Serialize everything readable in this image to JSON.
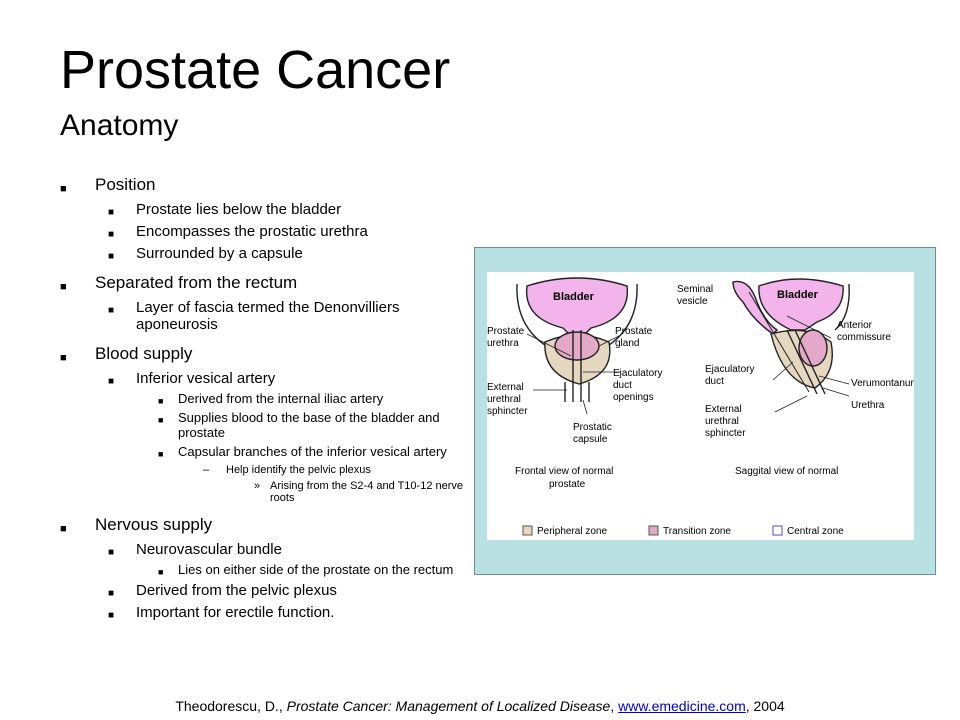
{
  "slide": {
    "title": "Prostate Cancer",
    "subtitle": "Anatomy"
  },
  "bullets": [
    {
      "level": 1,
      "text": "Position"
    },
    {
      "level": 2,
      "text": "Prostate lies below the bladder"
    },
    {
      "level": 2,
      "text": "Encompasses the prostatic urethra"
    },
    {
      "level": 2,
      "text": "Surrounded by a capsule"
    },
    {
      "level": 1,
      "text": "Separated from the rectum"
    },
    {
      "level": 2,
      "text": "Layer of fascia termed the Denonvilliers aponeurosis"
    },
    {
      "level": 1,
      "text": "Blood supply"
    },
    {
      "level": 2,
      "text": "Inferior vesical artery"
    },
    {
      "level": 3,
      "text": "Derived from the internal iliac artery"
    },
    {
      "level": 3,
      "text": "Supplies blood to the base of the bladder and prostate"
    },
    {
      "level": 3,
      "text": "Capsular branches of the inferior vesical artery"
    },
    {
      "level": 4,
      "text": "Help identify the pelvic plexus"
    },
    {
      "level": 5,
      "text": "Arising from the S2-4 and T10-12 nerve roots"
    },
    {
      "level": 1,
      "text": "Nervous supply"
    },
    {
      "level": 2,
      "text": "Neurovascular bundle"
    },
    {
      "level": 3,
      "text": "Lies on either side of the prostate on the rectum"
    },
    {
      "level": 2,
      "text": "Derived from the pelvic plexus"
    },
    {
      "level": 2,
      "text": "Important for erectile function."
    }
  ],
  "markers": {
    "1": "■",
    "2": "■",
    "3": "■",
    "4": "–",
    "5": "»"
  },
  "diagram": {
    "frontal": {
      "bladder": "Bladder",
      "prostate_urethra": [
        "Prostate",
        "urethra"
      ],
      "prostate_gland": [
        "Prostate",
        "gland"
      ],
      "external_sphincter": [
        "External",
        "urethral",
        "sphincter"
      ],
      "ejaculatory_openings": [
        "Ejaculatory",
        "duct",
        "openings"
      ],
      "prostatic_capsule": [
        "Prostatic",
        "capsule"
      ],
      "caption": [
        "Frontal view of normal",
        "prostate"
      ]
    },
    "saggital": {
      "seminal_vesicle": [
        "Seminal",
        "vesicle"
      ],
      "bladder": "Bladder",
      "anterior_commissure": [
        "Anterior",
        "commissure"
      ],
      "ejaculatory_duct": [
        "Ejaculatory",
        "duct"
      ],
      "verumontanum": "Verumontanum",
      "urethra": "Urethra",
      "external_sphincter": [
        "External",
        "urethral",
        "sphincter"
      ],
      "caption": "Saggital view of normal"
    },
    "legend": [
      {
        "label": "Peripheral zone",
        "color": "#e6d8c0"
      },
      {
        "label": "Transition zone",
        "color": "#e4a8c8"
      },
      {
        "label": "Central zone",
        "color": "#ffffff"
      }
    ],
    "colors": {
      "bladder": "#f2b4ea",
      "peripheral": "#e6d8c0",
      "transition": "#e4a8c8",
      "outline": "#222222"
    }
  },
  "footer": {
    "author": "Theodorescu, D., ",
    "work": "Prostate Cancer: Management of Localized Disease",
    "sep": ", ",
    "link": "www.emedicine.com",
    "year": ", 2004"
  }
}
